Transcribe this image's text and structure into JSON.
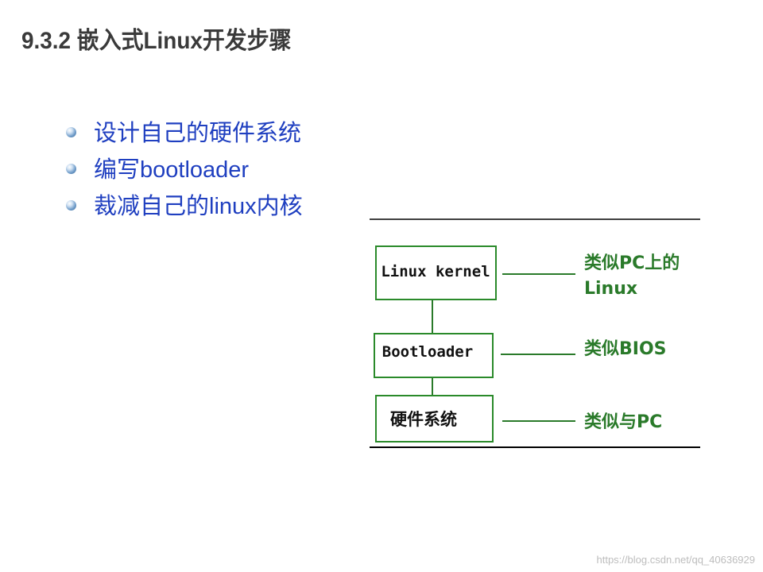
{
  "title": "9.3.2 嵌入式Linux开发步骤",
  "bullets": [
    "设计自己的硬件系统",
    "编写bootloader",
    "裁减自己的linux内核"
  ],
  "diagram": {
    "boxes": [
      {
        "label": "Linux kernel"
      },
      {
        "label": "Bootloader"
      },
      {
        "label": "硬件系统"
      }
    ],
    "side_labels": [
      {
        "line1": "类似PC上的",
        "line2": "Linux"
      },
      {
        "line1": "类似BIOS"
      },
      {
        "line1": "类似与PC"
      }
    ],
    "colors": {
      "box_border": "#2a8a2a",
      "connector": "#2a7a2a",
      "label": "#2a7a2a",
      "rule": "#000000"
    }
  },
  "watermark": "https://blog.csdn.net/qq_40636929"
}
